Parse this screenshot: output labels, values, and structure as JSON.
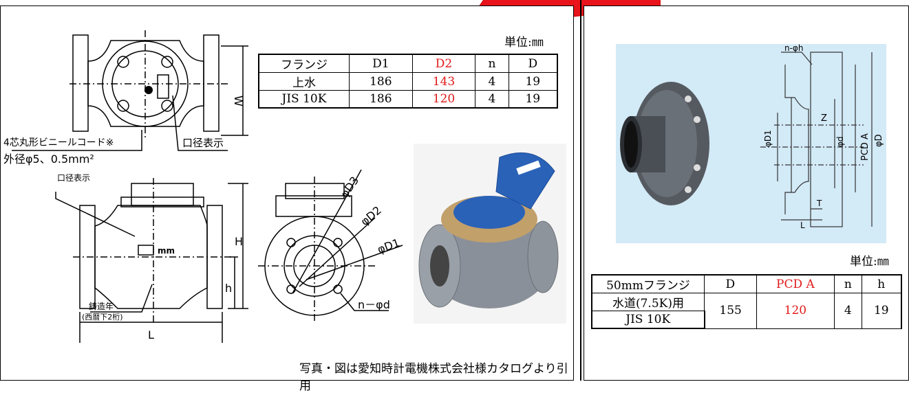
{
  "left": {
    "unit_label": "単位:㎜",
    "flange_table": {
      "headers": [
        "フランジ",
        "D1",
        "D2",
        "n",
        "D"
      ],
      "rows": [
        [
          "上水",
          "186",
          "143",
          "4",
          "19"
        ],
        [
          "JIS 10K",
          "186",
          "120",
          "4",
          "19"
        ]
      ]
    },
    "drawing_labels": {
      "cable": "4芯丸形ビニールコード※",
      "cable_dia": "外径φ5、0.5mm²",
      "bore_label_top": "口径表示",
      "bore_label_side": "口径表示",
      "w": "W",
      "h_upper": "H",
      "h_lower": "h",
      "l": "L",
      "mm": "mm",
      "cast_year": "鋳造年",
      "cast_year_note": "(西暦下2桁)",
      "d3": "φD3",
      "d2": "φD2",
      "d1": "φD1",
      "nd": "n－φd"
    },
    "credit": "写真・図は愛知時計電機株式会社様カタログより引用"
  },
  "right": {
    "unit_label": "単位:㎜",
    "flange_table": {
      "headers": [
        "50mmフランジ",
        "D",
        "PCD A",
        "n",
        "h"
      ],
      "rows": [
        [
          "水道(7.5K)用",
          "155",
          "120",
          "4",
          "19"
        ],
        [
          "JIS 10K"
        ]
      ]
    },
    "drawing_labels": {
      "nh": "n-φh",
      "d1": "φD1",
      "z": "Z",
      "pd": "φd",
      "pcd": "PCD A",
      "d": "φD",
      "t": "T",
      "l": "L"
    }
  },
  "colors": {
    "highlight_red": "#e0191a",
    "arrow_red": "#e8131b",
    "photo_bg": "#d3eaf7",
    "meter_lid": "#2a62b8",
    "meter_body": "#8a9099",
    "brass": "#c2a06a"
  }
}
